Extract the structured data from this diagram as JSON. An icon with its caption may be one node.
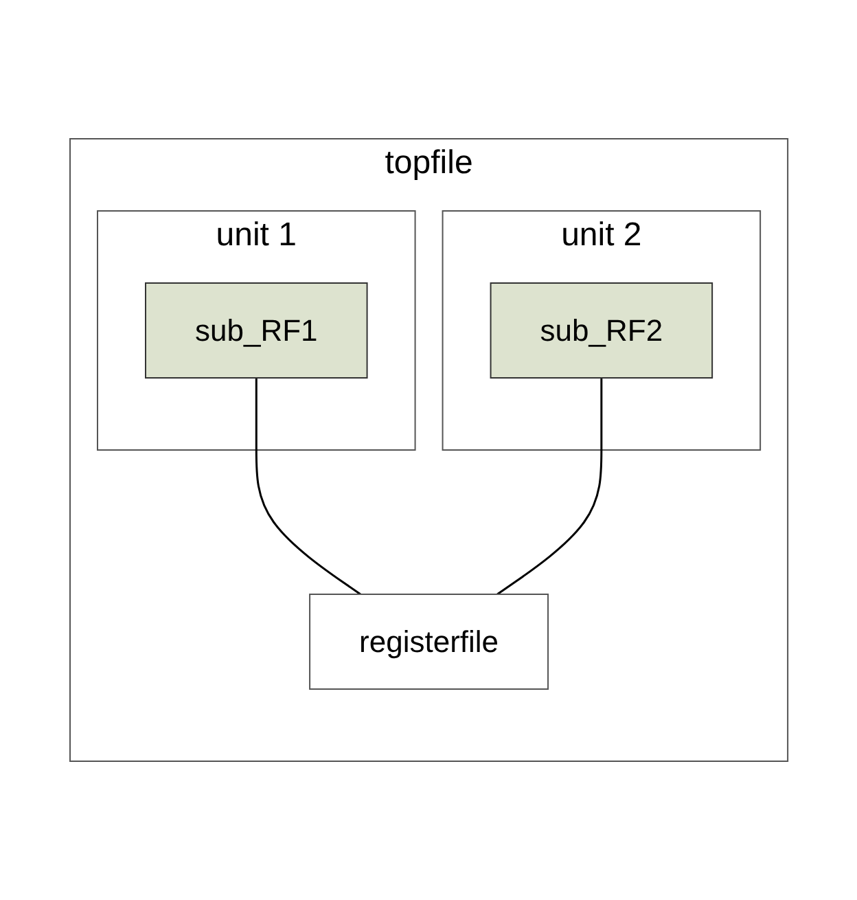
{
  "diagram": {
    "nodes": [
      {
        "text": [
          "topfile"
        ]
      },
      {
        "text": [
          "unit 1"
        ],
        "in": 0
      },
      {
        "text": [
          "sub_RF1"
        ],
        "in": 1
      },
      {
        "text": [
          "unit 2"
        ],
        "in": 0
      },
      {
        "text": [
          "sub_RF2"
        ],
        "in": 3
      },
      {
        "text": [
          "registerfile"
        ],
        "in": 0
      }
    ],
    "edges": [
      {
        "from": 2,
        "to": 5,
        "arrow": "none"
      },
      {
        "from": 4,
        "to": 5,
        "arrow": "none"
      }
    ]
  }
}
